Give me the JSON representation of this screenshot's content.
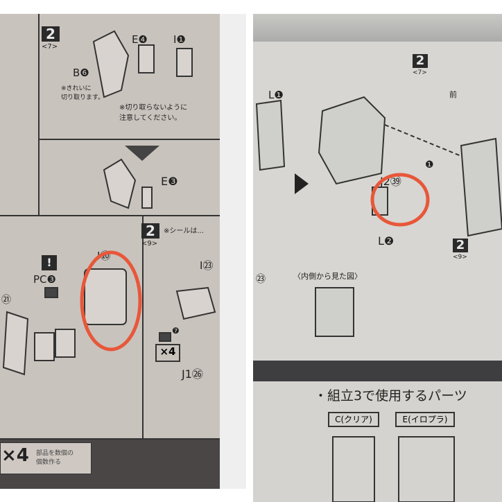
{
  "left_photo": {
    "step_top": {
      "number": "2",
      "sub": "<7>"
    },
    "parts_top": [
      "E❹",
      "I❶",
      "B❻"
    ],
    "note_clean_cut": "※きれいに\n切り取ります。",
    "note_careful": "※切り取らないように\n注意してください。",
    "part_e3": "E❸",
    "step_mid": {
      "number": "2",
      "sub": "<9>"
    },
    "sticker_note": "※シールは...",
    "part_i20": "I⑳",
    "part_pc3": "PC❸",
    "exclaim": "!",
    "part_21": "㉑",
    "part_i23": "I㉓",
    "part_7": "❼",
    "times4": "×4",
    "part_j1": "J1㉖",
    "bottom_note_num": "×4",
    "bottom_note": "部品を数個の\n個数作る",
    "highlight_color": "#e8573a"
  },
  "right_photo": {
    "part_l1": "L❶",
    "step_a": {
      "number": "2",
      "sub": "<7>"
    },
    "front_label": "前",
    "part_j2": "J2㊴",
    "part_l2": "L❷",
    "step_b": {
      "number": "2",
      "sub": "<9>"
    },
    "marker_1": "❶",
    "part_23": "㉓",
    "inside_view": "〈内側から見た図〉",
    "parts_heading": "・組立3で使用するパーツ",
    "parts_heading_num": "3",
    "runner_c": "C(クリア)",
    "runner_e": "E(イロプラ)",
    "highlight_color": "#e8573a"
  }
}
